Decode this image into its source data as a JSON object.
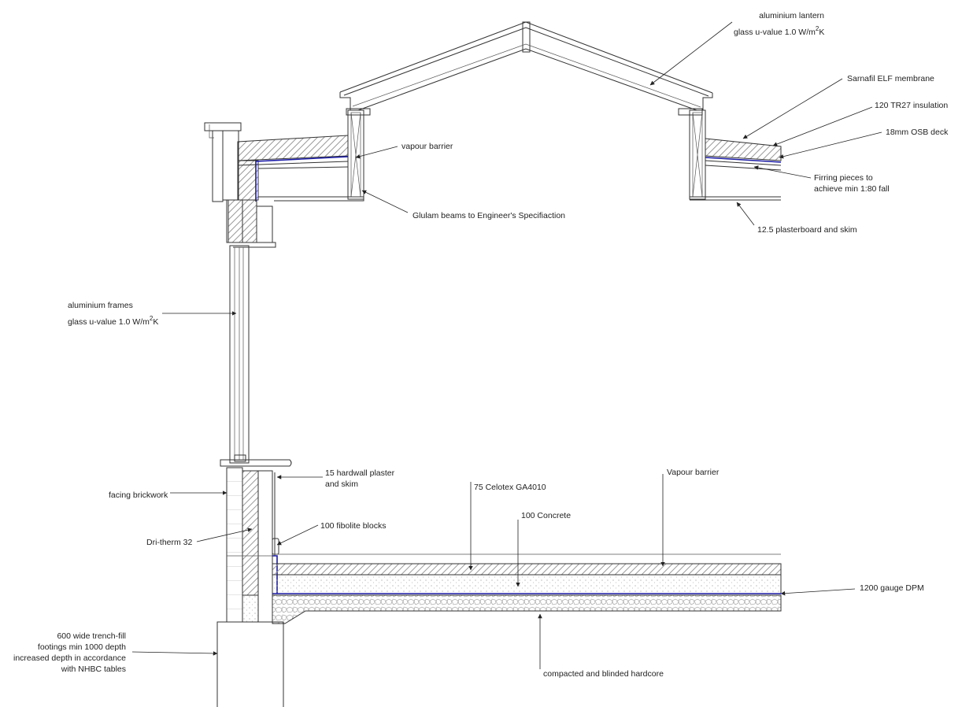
{
  "labels": {
    "lantern_1": "aluminium lantern",
    "lantern_2": "glass u-value 1.0 W/m",
    "lantern_sup": "2",
    "lantern_unit": "K",
    "sarnafil": "Sarnafil ELF membrane",
    "insulation_tr27": "120 TR27 insulation",
    "osb": "18mm OSB deck",
    "firring_1": "Firring pieces to",
    "firring_2": "achieve min 1:80 fall",
    "plasterboard": "12.5 plasterboard and skim",
    "vapour_barrier_roof": "vapour barrier",
    "glulam": "Glulam beams to Engineer's Specifiaction",
    "frames_1": "aluminium frames",
    "frames_2": "glass u-value 1.0 W/m",
    "frames_sup": "2",
    "frames_unit": "K",
    "plaster_1": "15 hardwall plaster",
    "plaster_2": "and skim",
    "celotex": "75 Celotex GA4010",
    "vapour_barrier_floor": "Vapour barrier",
    "concrete": "100  Concrete",
    "fibolite": "100 fibolite blocks",
    "brickwork": "facing brickwork",
    "dritherm": "Dri-therm 32",
    "dpm": "1200 gauge DPM",
    "footing_1": "600 wide trench-fill",
    "footing_2": "footings min 1000 depth",
    "footing_3": "increased depth in accordance",
    "footing_4": "with NHBC tables",
    "hardcore": "compacted and blinded hardcore"
  },
  "colors": {
    "line": "#333333",
    "vapour_line": "#1a1aa6",
    "hatch": "#9a9a9a"
  }
}
